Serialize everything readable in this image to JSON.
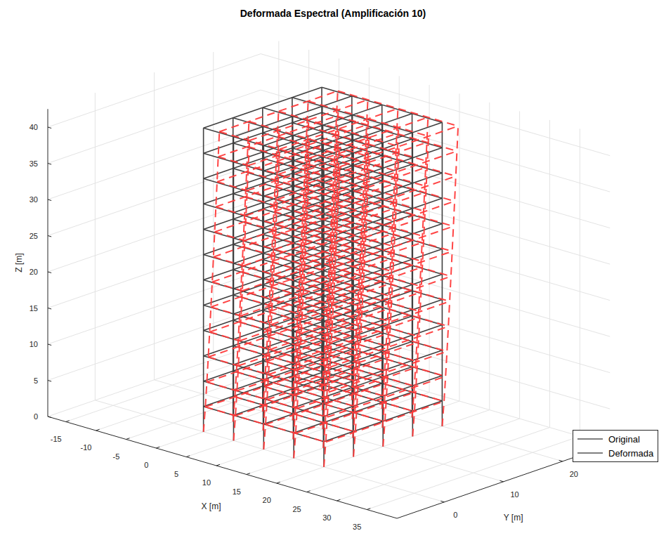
{
  "diagram": {
    "title": "Deformada Espectral (Amplificación 10)",
    "labels": [
      "0",
      "5",
      "10",
      "15",
      "20",
      "25",
      "30",
      "35",
      "40",
      "-15",
      "-10",
      "-5",
      "0",
      "5",
      "10",
      "15",
      "20",
      "25",
      "30",
      "35",
      "0",
      "10",
      "20",
      "Z [m]",
      "X [m]",
      "Y [m]"
    ],
    "legend": [
      {
        "text": "Original"
      },
      {
        "text": "Deformada"
      }
    ]
  }
}
